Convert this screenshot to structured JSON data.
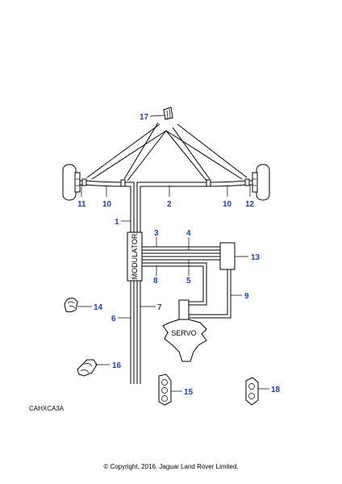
{
  "drawing_ref": "CAHXCA3A",
  "copyright": "© Copyright, 2016. Jaguar Land Rover Limited.",
  "component_labels": {
    "modulator": "MODULATOR",
    "servo": "SERVO"
  },
  "callouts": [
    "1",
    "2",
    "3",
    "4",
    "5",
    "6",
    "7",
    "8",
    "9",
    "10",
    "10",
    "11",
    "12",
    "13",
    "14",
    "15",
    "16",
    "17",
    "18"
  ],
  "colors": {
    "callout": "#1a3fd1",
    "line": "#000000"
  }
}
